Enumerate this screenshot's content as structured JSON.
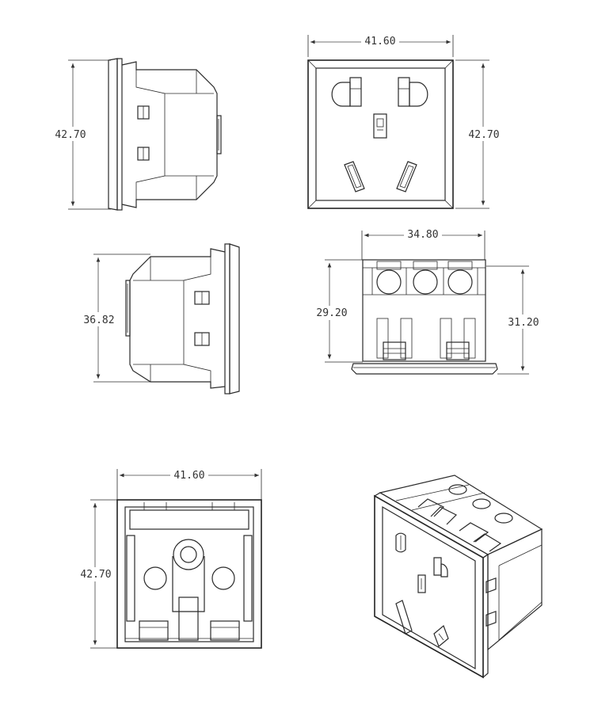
{
  "views": {
    "side_left": {
      "height_label": "42.70"
    },
    "front": {
      "width_label": "41.60",
      "height_label": "42.70"
    },
    "side_right": {
      "height_label": "36.82"
    },
    "top": {
      "width_label": "34.80",
      "left_height_label": "29.20",
      "right_height_label": "31.20"
    },
    "back": {
      "width_label": "41.60",
      "height_label": "42.70"
    }
  }
}
